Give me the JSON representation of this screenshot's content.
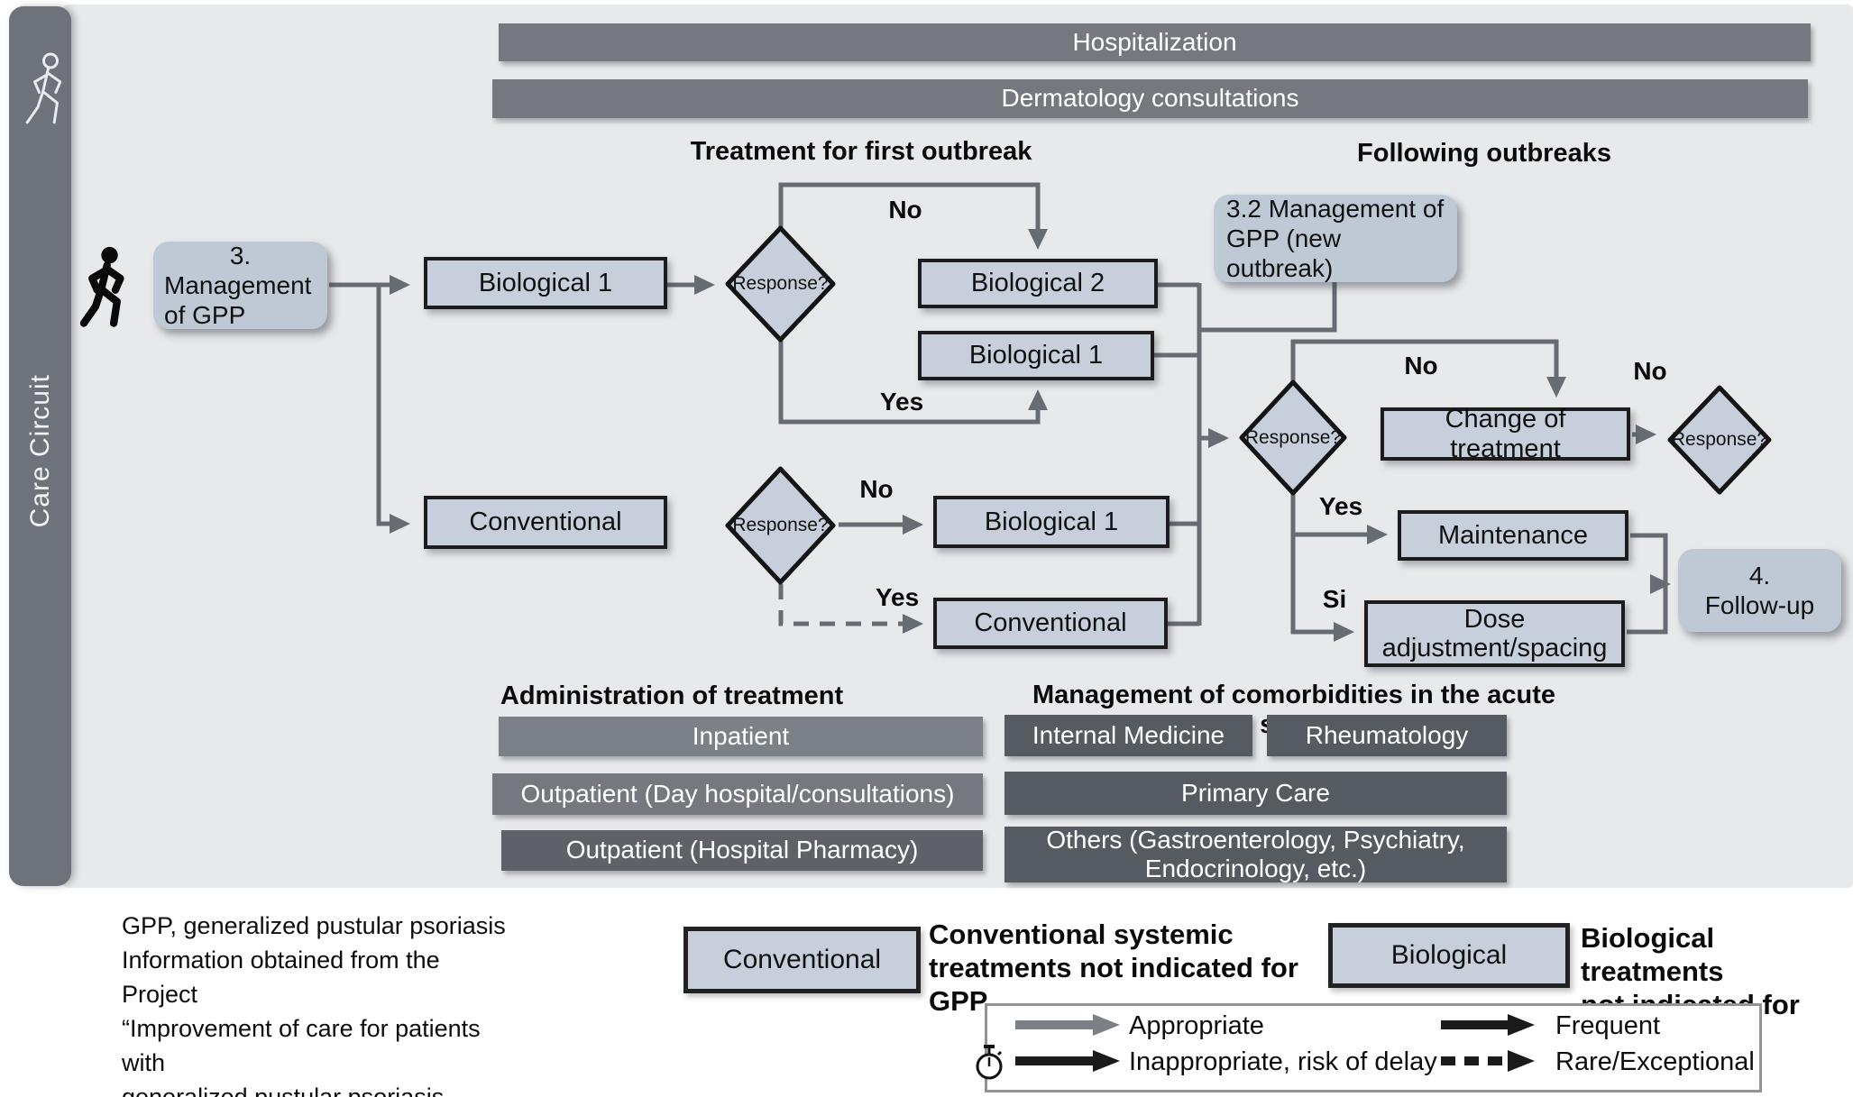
{
  "sidebar": {
    "label": "Care Circuit"
  },
  "banners": {
    "hospitalization": "Hospitalization",
    "dermatology": "Dermatology consultations"
  },
  "sections": {
    "first_outbreak": "Treatment for first outbreak",
    "following_outbreaks": "Following outbreaks",
    "administration": "Administration of treatment",
    "comorbidities": "Management of comorbidities in the acute stage"
  },
  "decisions": {
    "response": "Response?"
  },
  "branch_labels": {
    "no": "No",
    "yes": "Yes",
    "si": "Si"
  },
  "flow": {
    "start_num": "3.",
    "start_text": "Management of GPP",
    "biological1": "Biological 1",
    "biological2": "Biological 2",
    "conventional": "Conventional",
    "new_outbreak": "3.2 Management of GPP (new outbreak)",
    "change_of_treatment": "Change of treatment",
    "maintenance": "Maintenance",
    "dose_adjustment": "Dose adjustment/spacing",
    "followup_num": "4.",
    "followup_text": "Follow-up"
  },
  "admin_bars": {
    "inpatient": "Inpatient",
    "outpatient_day": "Outpatient (Day hospital/consultations)",
    "outpatient_pharmacy": "Outpatient (Hospital Pharmacy)"
  },
  "comorbidity_boxes": {
    "internal_medicine": "Internal Medicine",
    "rheumatology": "Rheumatology",
    "primary_care": "Primary Care",
    "others": "Others (Gastroenterology, Psychiatry, Endocrinology, etc.)"
  },
  "footnote": "GPP, generalized pustular psoriasis\nInformation obtained from the Project\n“Improvement of care for patients with\ngeneralized pustular psoriasis (GPP).",
  "legend": {
    "conventional_box": "Conventional",
    "conventional_desc": "Conventional systemic\ntreatments not indicated for\nGPP",
    "biological_box": "Biological",
    "biological_desc": "Biological treatments\nnot indicated for GPP",
    "appropriate": "Appropriate",
    "inappropriate": "Inappropriate, risk of delay",
    "frequent": "Frequent",
    "rare": "Rare/Exceptional"
  },
  "colors": {
    "background": "#e8e9eb",
    "node_fill": "#c6cfdb",
    "rounded_fill": "#bfc9d6",
    "bar_gray": "#75797f",
    "bar_light": "#7c8187",
    "bar_dark": "#5e6268",
    "comorbidity_gray": "#565b61",
    "sidebar_gray": "#6d727b",
    "arrow_gray": "#676c73",
    "arrow_black": "#1a1a1a"
  }
}
